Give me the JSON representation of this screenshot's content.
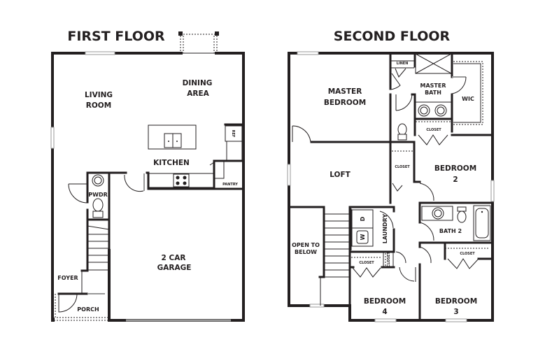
{
  "first_floor": {
    "title": "FIRST FLOOR",
    "rooms": {
      "living_room": [
        "LIVING",
        "ROOM"
      ],
      "dining_area": [
        "DINING",
        "AREA"
      ],
      "kitchen": "KITCHEN",
      "ref": "REF",
      "pantry": "PANTRY",
      "powder": "PWDR",
      "garage": [
        "2 CAR",
        "GARAGE"
      ],
      "foyer": "FOYER",
      "porch": "PORCH"
    }
  },
  "second_floor": {
    "title": "SECOND FLOOR",
    "rooms": {
      "master_bedroom": [
        "MASTER",
        "BEDROOM"
      ],
      "linen": "LINEN",
      "master_bath": [
        "MASTER",
        "BATH"
      ],
      "wic": "WIC",
      "master_closet": "CLOSET",
      "loft": "LOFT",
      "hall_closet": "CLOSET",
      "bedroom_2": [
        "BEDROOM",
        "2"
      ],
      "bath_2": "BATH 2",
      "laundry": "LAUNDRY",
      "dryer": "D",
      "washer": "W",
      "open_to_below": [
        "OPEN TO",
        "BELOW"
      ],
      "linen_closet": "CLOSET",
      "bedroom_4_closet": "CLOSET",
      "bedroom_3_closet": "CLOSET",
      "bedroom_4": [
        "BEDROOM",
        "4"
      ],
      "bedroom_3": [
        "BEDROOM",
        "3"
      ]
    }
  },
  "colors": {
    "wall": "#231f20",
    "window": "#999999",
    "background": "#ffffff"
  }
}
